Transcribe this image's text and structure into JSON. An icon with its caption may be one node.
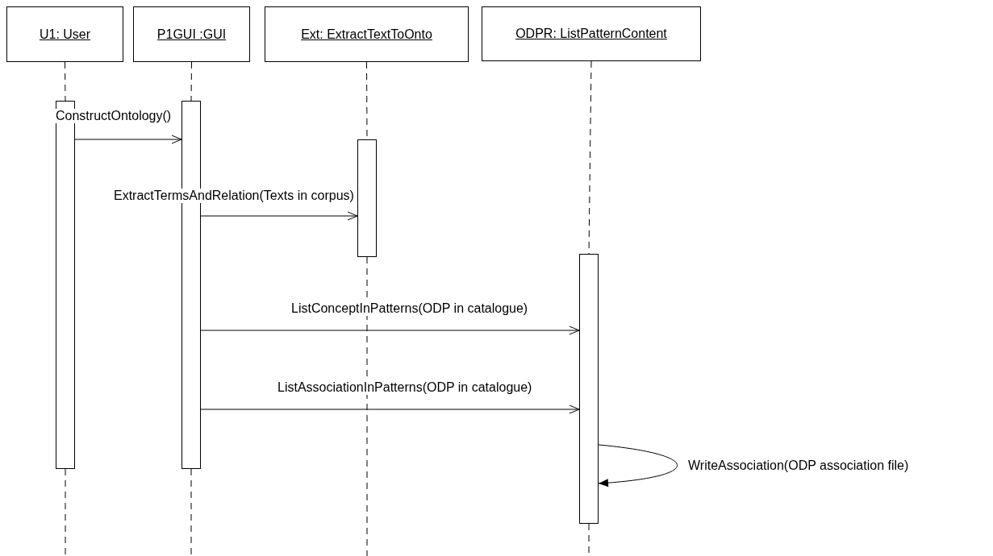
{
  "diagram": {
    "nodes": [
      {
        "text": [
          "U1: User"
        ]
      },
      {
        "text": [
          "P1GUI :GUI"
        ]
      },
      {
        "text": [
          "Ext: ExtractTextToOnto"
        ]
      },
      {
        "text": [
          "ODPR: ListPatternContent"
        ]
      },
      {
        "text": [],
        "shape": "bar"
      },
      {
        "text": [],
        "shape": "bar"
      },
      {
        "text": [],
        "shape": "bar"
      },
      {
        "text": [],
        "shape": "bar"
      }
    ],
    "edges": [
      {
        "from": 0,
        "to": 4,
        "arrow": "none",
        "style": "dashed"
      },
      {
        "from": 1,
        "to": 5,
        "arrow": "none",
        "style": "dashed"
      },
      {
        "from": 2,
        "to": 6,
        "arrow": "none",
        "style": "dashed"
      },
      {
        "from": 3,
        "to": 7,
        "arrow": "none",
        "style": "dashed"
      },
      {
        "from": 4,
        "to": 5,
        "arrow": "to",
        "label": "ConstructOntology()"
      },
      {
        "from": 5,
        "to": 6,
        "arrow": "to",
        "label": "ExtractTermsAndRelation(Texts in corpus)"
      },
      {
        "from": 5,
        "to": 7,
        "arrow": "to",
        "label": "ListConceptInPatterns(ODP in catalogue)"
      },
      {
        "from": 5,
        "to": 7,
        "arrow": "to",
        "label": "ListAssociationInPatterns(ODP in catalogue)"
      },
      {
        "from": 7,
        "to": 7,
        "arrow": "to",
        "label": "WriteAssociation(ODP association file)"
      }
    ]
  }
}
